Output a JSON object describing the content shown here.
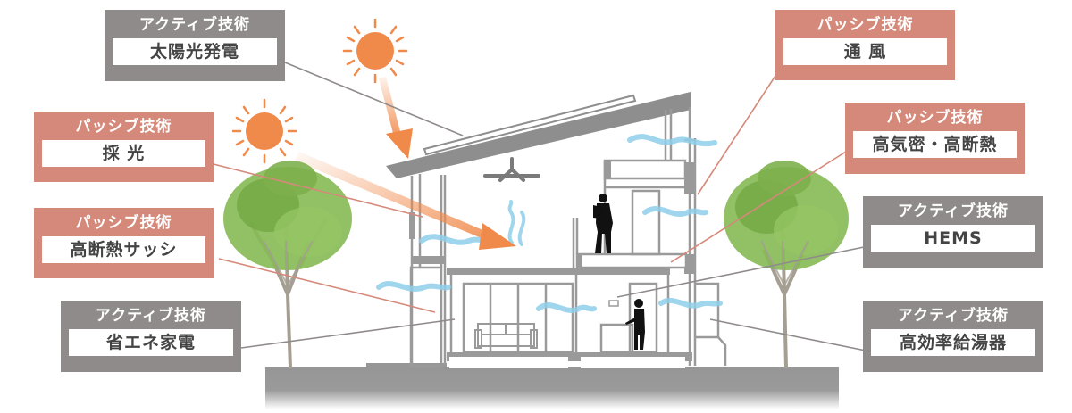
{
  "diagram": {
    "title": "",
    "colors": {
      "active": "#8f8b8a",
      "passive": "#d5897a",
      "sun": "#f08a4b",
      "wind": "#8fd0ea",
      "structure": "#9a9a9a",
      "tree_leaf": "#7fb24a",
      "tree_trunk": "#a59e92"
    },
    "labels": {
      "solar": {
        "category": "アクティブ技術",
        "name": "太陽光発電",
        "type": "active"
      },
      "daylight": {
        "category": "パッシブ技術",
        "name": "採 光",
        "type": "passive"
      },
      "insulated_sash": {
        "category": "パッシブ技術",
        "name": "高断熱サッシ",
        "type": "passive"
      },
      "appliances": {
        "category": "アクティブ技術",
        "name": "省エネ家電",
        "type": "active"
      },
      "ventilation": {
        "category": "パッシブ技術",
        "name": "通 風",
        "type": "passive"
      },
      "airtight": {
        "category": "パッシブ技術",
        "name": "高気密・高断熱",
        "type": "passive"
      },
      "hems": {
        "category": "アクティブ技術",
        "name": "HEMS",
        "type": "active"
      },
      "water_heater": {
        "category": "アクティブ技術",
        "name": "高効率給湯器",
        "type": "active"
      }
    }
  }
}
